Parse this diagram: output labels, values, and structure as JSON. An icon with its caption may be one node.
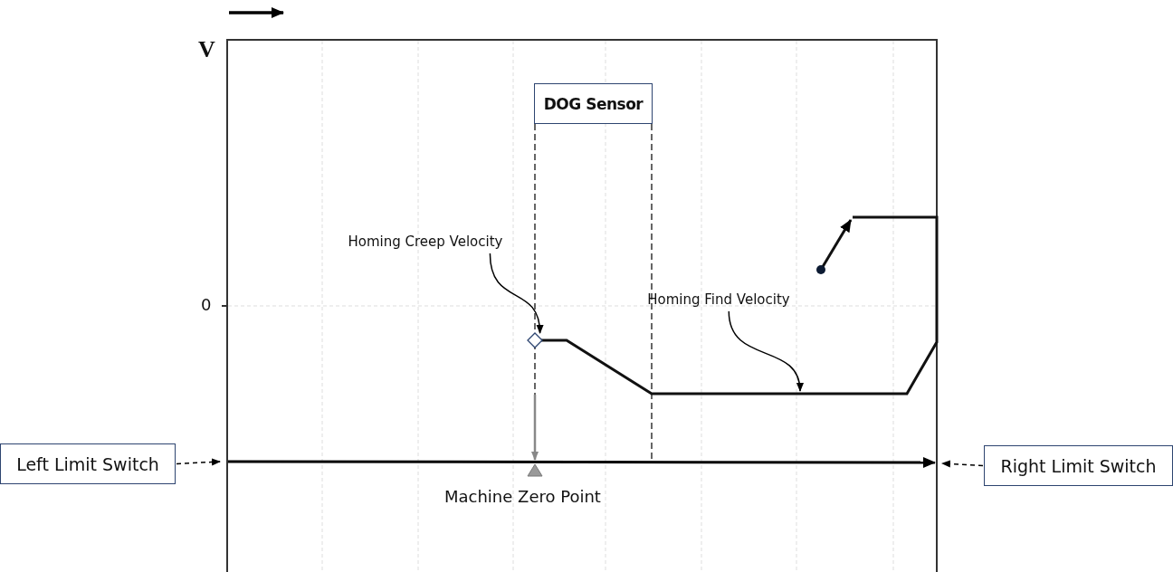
{
  "diagram": {
    "nodes": [
      {
        "text": [
          "DOG Sensor"
        ]
      },
      {
        "text": [
          "Homing Creep Velocity"
        ]
      },
      {
        "text": [
          "Homing Find Velocity"
        ]
      },
      {
        "text": [
          "Left Limit Switch"
        ]
      },
      {
        "text": [
          "Right Limit Switch"
        ]
      },
      {
        "text": [],
        "shape": "diamond"
      }
    ],
    "edges": [
      {
        "from": 1,
        "to": 5,
        "arrow": "to"
      },
      {
        "from": 2,
        "to": null,
        "arrow": "to"
      },
      {
        "from": 3,
        "to": null,
        "arrow": "to",
        "style": "dashed"
      },
      {
        "from": 4,
        "to": null,
        "arrow": "to",
        "style": "dashed"
      }
    ],
    "labels": [
      "V",
      "0",
      "Machine Zero Point"
    ]
  }
}
